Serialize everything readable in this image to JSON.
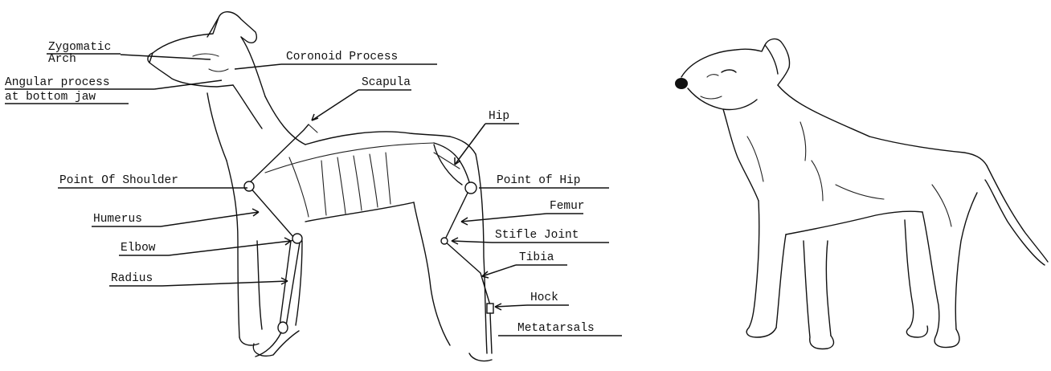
{
  "labels": {
    "zygomatic_line1": "Zygomatic",
    "zygomatic_line2": "Arch",
    "angular_line1": "Angular process",
    "angular_line2": "at bottom jaw",
    "coronoid": "Coronoid Process",
    "scapula": "Scapula",
    "point_of_shoulder": "Point Of Shoulder",
    "humerus": "Humerus",
    "elbow": "Elbow",
    "radius": "Radius",
    "hip": "Hip",
    "point_of_hip": "Point of Hip",
    "femur": "Femur",
    "stifle_joint": "Stifle Joint",
    "tibia": "Tibia",
    "hock": "Hock",
    "metatarsals": "Metatarsals"
  }
}
